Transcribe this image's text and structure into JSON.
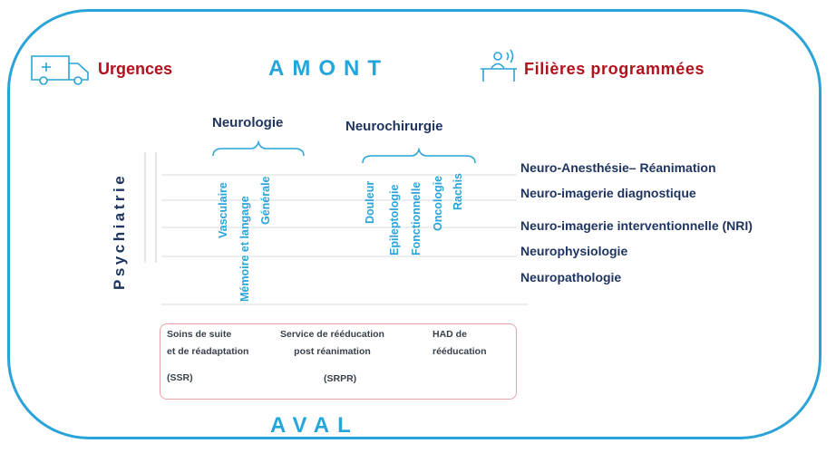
{
  "top": {
    "left_label": "Urgences",
    "center_label": "AMONT",
    "right_label": "Filières programmées",
    "left_icon": "ambulance-icon",
    "right_icon": "reception-desk-icon"
  },
  "side_label": "Psychiatrie",
  "neurologie": {
    "title": "Neurologie",
    "items": [
      "Vasculaire",
      "Mémoire et langage",
      "Générale"
    ]
  },
  "neurochirurgie": {
    "title": "Neurochirurgie",
    "items": [
      "Douleur",
      "Epileptologie",
      "Fonctionnelle",
      "Oncologie",
      "Rachis"
    ]
  },
  "specialties": [
    "Neuro-Anesthésie– Réanimation",
    "Neuro-imagerie diagnostique",
    "Neuro-imagerie interventionnelle (NRI)",
    "Neurophysiologie",
    "Neuropathologie"
  ],
  "aval_box": {
    "ssr": {
      "line1": "Soins de suite",
      "line2": "et de réadaptation",
      "abbr": "(SSR)"
    },
    "srpr": {
      "line1": "Service de rééducation",
      "line2": "post réanimation",
      "abbr": "(SRPR)"
    },
    "had": {
      "line1": "HAD de",
      "line2": "rééducation"
    }
  },
  "bottom_label": "AVAL",
  "colors": {
    "frame": "#2aa3d8",
    "red": "#b2111c",
    "title_blue": "#22a6dc",
    "dark": "#1f3560",
    "box_border": "#e7a2a8"
  }
}
